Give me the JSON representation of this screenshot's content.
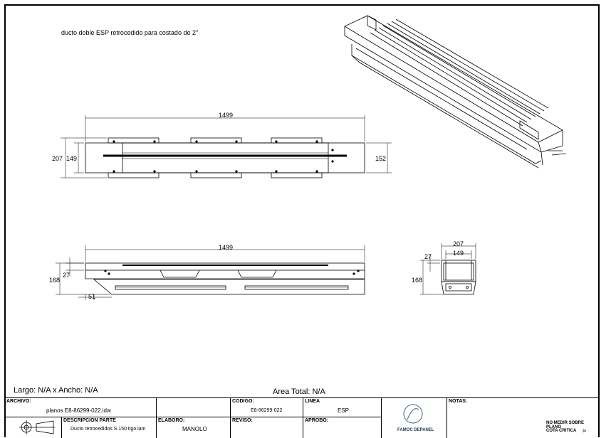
{
  "drawing": {
    "note": "ducto doble ESP retrocedido para costado de 2\"",
    "largo_ancho": "Largo: N/A x Ancho: N/A",
    "area_total": "Area Total: N/A",
    "dims": {
      "top_length": "1499",
      "top_height_outer": "207",
      "top_height_inner": "149",
      "top_right_height": "152",
      "front_length": "1499",
      "front_height": "168",
      "front_offset": "27",
      "front_bottom": "51",
      "side_width": "207",
      "side_inner": "149",
      "side_offset": "27",
      "side_height": "168"
    }
  },
  "title_block": {
    "archivo_label": "ARCHIVO:",
    "archivo_value": "planos E8-86299-022.idw",
    "descripcion_label": "DESCRIPCION PARTE",
    "descripcion_value": "Ducto retrocedidos S 150 tigo.lam",
    "codigo_label": "CODIGO:",
    "codigo_value": "E8-86299-022",
    "linea_label": "LINEA",
    "linea_value": "ESP",
    "elaboro_label": "ELABORO:",
    "elaboro_value": "MANOLO",
    "reviso_label": "REVISO:",
    "aprobo_label": "APROBO:",
    "notas_label": "NOTAS:",
    "logo_text": "FAMOC DEPANEL",
    "no_medir": "NO MEDIR SOBRE PLANO",
    "cota_critica": "COTA CRITICA"
  }
}
